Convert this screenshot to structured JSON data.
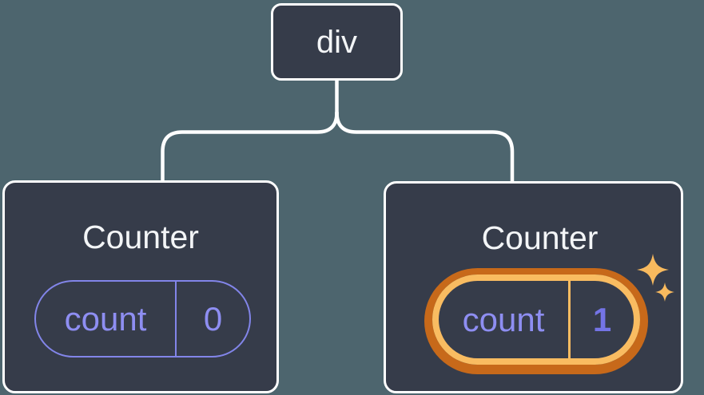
{
  "diagram": {
    "kind": "component-tree",
    "tree": {
      "root": {
        "label": "div"
      },
      "children": [
        {
          "title": "Counter",
          "state": {
            "key": "count",
            "value": "0"
          },
          "highlighted": false
        },
        {
          "title": "Counter",
          "state": {
            "key": "count",
            "value": "1"
          },
          "highlighted": true,
          "badge_icon": "sparkles-icon"
        }
      ]
    },
    "colors": {
      "background": "#4d656e",
      "node_fill": "#363c4a",
      "node_border": "#ffffff",
      "connector": "#ffffff",
      "state_accent": "#8e8ef2",
      "state_outline": "#8285e9",
      "highlight_value_text": "#7474e6",
      "highlight_ring_light": "#f9bc61",
      "highlight_ring_dark": "#c7691a",
      "sparkle": "#f8ba5e",
      "title_text": "#f3f5f7"
    }
  }
}
